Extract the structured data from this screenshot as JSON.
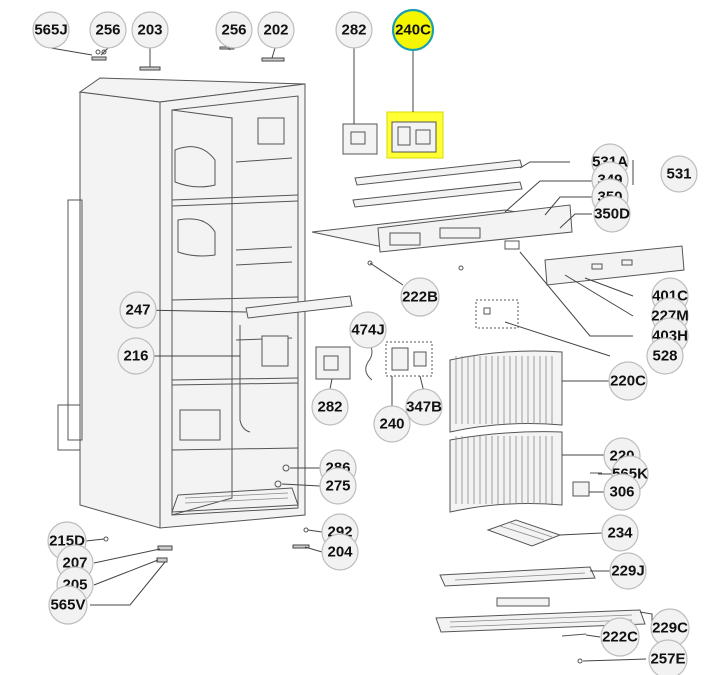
{
  "diagram": {
    "callouts": [
      {
        "id": "565J",
        "label": "565J"
      },
      {
        "id": "256a",
        "label": "256"
      },
      {
        "id": "203",
        "label": "203"
      },
      {
        "id": "256b",
        "label": "256"
      },
      {
        "id": "202",
        "label": "202"
      },
      {
        "id": "282a",
        "label": "282"
      },
      {
        "id": "240C",
        "label": "240C",
        "highlight": true
      },
      {
        "id": "531A",
        "label": "531A"
      },
      {
        "id": "531",
        "label": "531"
      },
      {
        "id": "349",
        "label": "349"
      },
      {
        "id": "350",
        "label": "350"
      },
      {
        "id": "350D",
        "label": "350D"
      },
      {
        "id": "222B",
        "label": "222B"
      },
      {
        "id": "401C",
        "label": "401C"
      },
      {
        "id": "227M",
        "label": "227M"
      },
      {
        "id": "403H",
        "label": "403H"
      },
      {
        "id": "247",
        "label": "247"
      },
      {
        "id": "474J",
        "label": "474J"
      },
      {
        "id": "528",
        "label": "528"
      },
      {
        "id": "216",
        "label": "216"
      },
      {
        "id": "220C",
        "label": "220C"
      },
      {
        "id": "282b",
        "label": "282"
      },
      {
        "id": "347B",
        "label": "347B"
      },
      {
        "id": "240",
        "label": "240"
      },
      {
        "id": "220",
        "label": "220"
      },
      {
        "id": "565K",
        "label": "565K"
      },
      {
        "id": "286",
        "label": "286"
      },
      {
        "id": "275",
        "label": "275"
      },
      {
        "id": "306",
        "label": "306"
      },
      {
        "id": "234",
        "label": "234"
      },
      {
        "id": "292",
        "label": "292"
      },
      {
        "id": "215D",
        "label": "215D"
      },
      {
        "id": "204",
        "label": "204"
      },
      {
        "id": "207",
        "label": "207"
      },
      {
        "id": "229J",
        "label": "229J"
      },
      {
        "id": "205",
        "label": "205"
      },
      {
        "id": "565V",
        "label": "565V"
      },
      {
        "id": "229C",
        "label": "229C"
      },
      {
        "id": "222C",
        "label": "222C"
      },
      {
        "id": "257E",
        "label": "257E"
      }
    ]
  }
}
